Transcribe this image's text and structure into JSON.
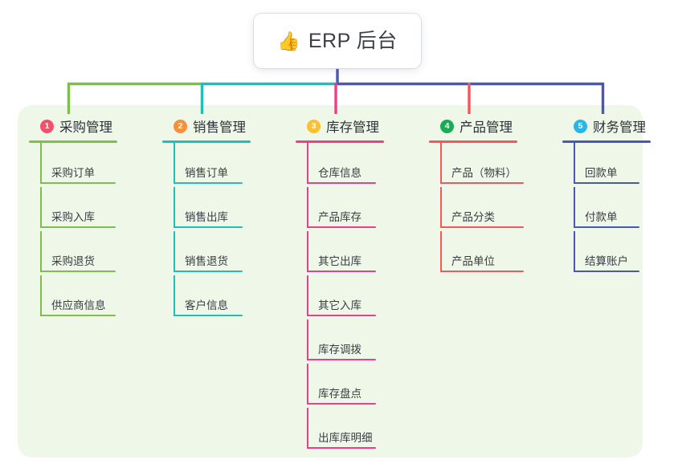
{
  "root": {
    "icon": "thumbs-up-icon",
    "icon_glyph": "👍",
    "title": "ERP 后台"
  },
  "theme": {
    "page_background": "#ffffff",
    "panel_background": "#eef7e8",
    "root_stem_color": "#4a58b5",
    "text_color": "#3a3d44"
  },
  "columns": [
    {
      "number": "1",
      "title": "采购管理",
      "badge_color": "#f2516b",
      "line_color": "#7cc04b",
      "items": [
        {
          "label": "采购订单"
        },
        {
          "label": "采购入库"
        },
        {
          "label": "采购退货"
        },
        {
          "label": "供应商信息"
        }
      ]
    },
    {
      "number": "2",
      "title": "销售管理",
      "badge_color": "#f79038",
      "line_color": "#1fbfb8",
      "items": [
        {
          "label": "销售订单"
        },
        {
          "label": "销售出库"
        },
        {
          "label": "销售退货"
        },
        {
          "label": "客户信息"
        }
      ]
    },
    {
      "number": "3",
      "title": "库存管理",
      "badge_color": "#fcc02e",
      "line_color": "#ef3d8a",
      "items": [
        {
          "label": "仓库信息"
        },
        {
          "label": "产品库存"
        },
        {
          "label": "其它出库"
        },
        {
          "label": "其它入库"
        },
        {
          "label": "库存调拨"
        },
        {
          "label": "库存盘点"
        },
        {
          "label": "出库库明细"
        }
      ]
    },
    {
      "number": "4",
      "title": "产品管理",
      "badge_color": "#1aab54",
      "line_color": "#f4565a",
      "items": [
        {
          "label": "产品（物料）"
        },
        {
          "label": "产品分类"
        },
        {
          "label": "产品单位"
        }
      ]
    },
    {
      "number": "5",
      "title": "财务管理",
      "badge_color": "#27b6e8",
      "line_color": "#4a58b5",
      "items": [
        {
          "label": "回款单"
        },
        {
          "label": "付款单"
        },
        {
          "label": "结算账户"
        }
      ]
    }
  ]
}
